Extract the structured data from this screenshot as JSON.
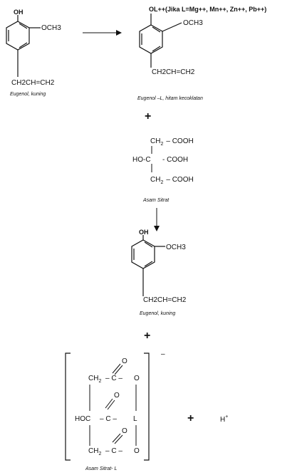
{
  "reaction1": {
    "reactant": {
      "oh": "OH",
      "och3": "OCH3",
      "chain": "CH2CH=CH2",
      "caption": "Eugenol, kuning"
    },
    "product": {
      "ol_label": "OL++(Jika L=Mg++, Mn++, Zn++, Pb++)",
      "och3": "OCH3",
      "chain": "CH2CH=CH2",
      "caption": "Eugenol –L, hitam kecoklatan"
    }
  },
  "plus1": "+",
  "citric_acid": {
    "row1_ch2": "CH",
    "row1_sub": "2",
    "row1_cooh": "– COOH",
    "row2_hoc": "HO-C",
    "row2_cooh": "- COOH",
    "row3_ch2": "CH",
    "row3_sub": "2",
    "row3_cooh": "– COOH",
    "caption": "Asam Sitrat"
  },
  "eugenol2": {
    "oh": "OH",
    "och3": "OCH3",
    "chain": "CH2CH=CH2",
    "caption": "Eugenol, kuning"
  },
  "plus2": "+",
  "complex": {
    "charge": "–",
    "row1_ch2": "CH",
    "row1_sub": "2",
    "row1_c": "– C –",
    "row1_o": "O",
    "o_top1": "O",
    "o_top2": "O",
    "o_top3": "O",
    "row2_hoc": "HOC",
    "row2_c": "– C –",
    "row2_l": "L",
    "row3_ch2": "CH",
    "row3_sub": "2",
    "row3_c": "– C –",
    "row3_o": "O",
    "caption": "Asam Sitrat- L"
  },
  "plus3": "+",
  "proton": {
    "h": "H",
    "sup": "+"
  }
}
